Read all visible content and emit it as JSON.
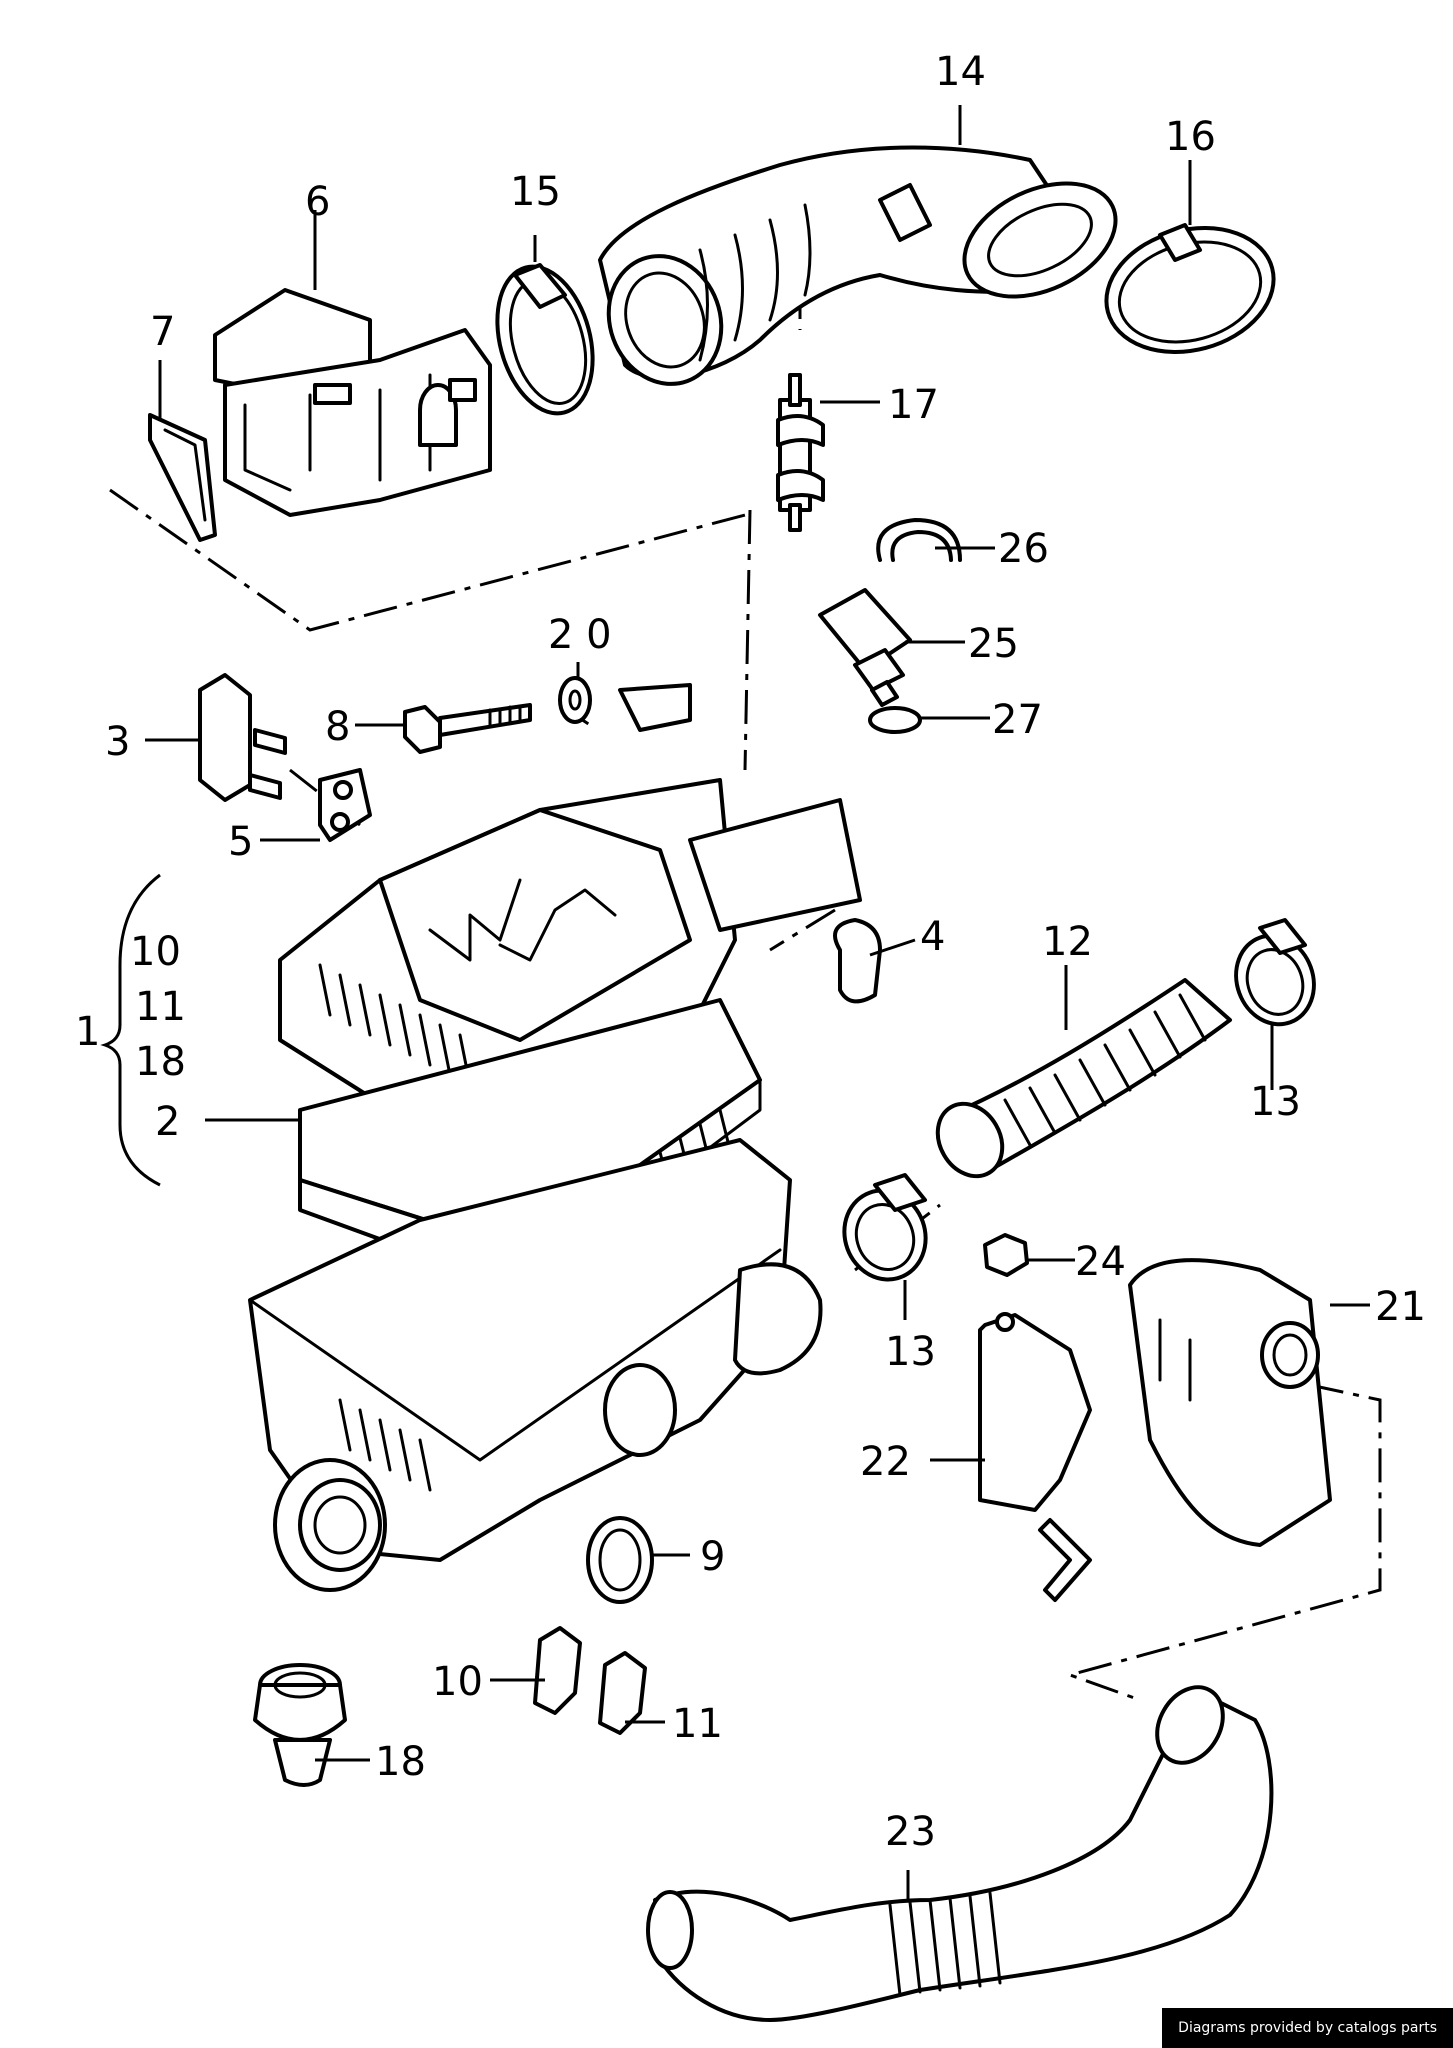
{
  "labels": {
    "p1": "1",
    "p2": "2",
    "p3": "3",
    "p4": "4",
    "p5": "5",
    "p6": "6",
    "p7": "7",
    "p8": "8",
    "p9": "9",
    "p10a": "10",
    "p10b": "10",
    "p11a": "11",
    "p11b": "11",
    "p12": "12",
    "p13a": "13",
    "p13b": "13",
    "p14": "14",
    "p15": "15",
    "p16": "16",
    "p17": "17",
    "p18a": "18",
    "p18b": "18",
    "p20": "2 0",
    "p21": "21",
    "p22": "22",
    "p23": "23",
    "p24": "24",
    "p25": "25",
    "p26": "26",
    "p27": "27"
  },
  "credit": "Diagrams provided by catalogs parts"
}
